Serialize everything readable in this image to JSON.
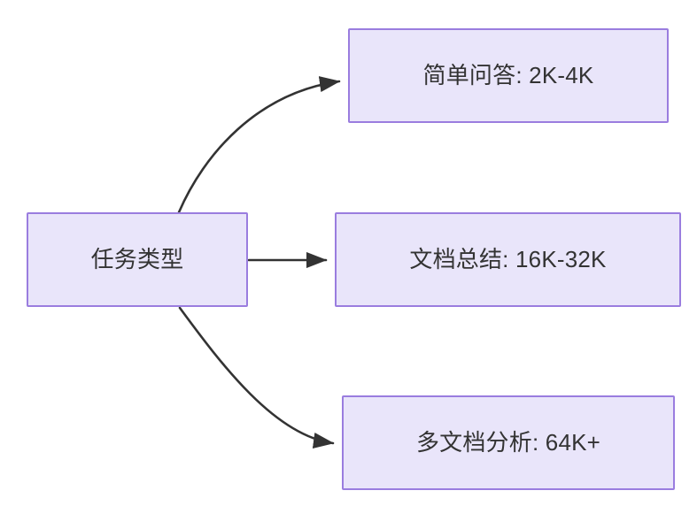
{
  "diagram": {
    "type": "flowchart",
    "direction": "left-to-right",
    "background_color": "#ffffff",
    "node_fill_color": "#e9e5fa",
    "node_border_color": "#9a7ddf",
    "node_text_color": "#333333",
    "edge_color": "#333333",
    "source": {
      "id": "task-type",
      "label": "任务类型"
    },
    "targets": [
      {
        "id": "simple-qa",
        "label": "简单问答: 2K-4K",
        "edge_style": "curved"
      },
      {
        "id": "doc-summary",
        "label": "文档总结: 16K-32K",
        "edge_style": "straight"
      },
      {
        "id": "multi-doc-analysis",
        "label": "多文档分析: 64K+",
        "edge_style": "curved"
      }
    ]
  }
}
